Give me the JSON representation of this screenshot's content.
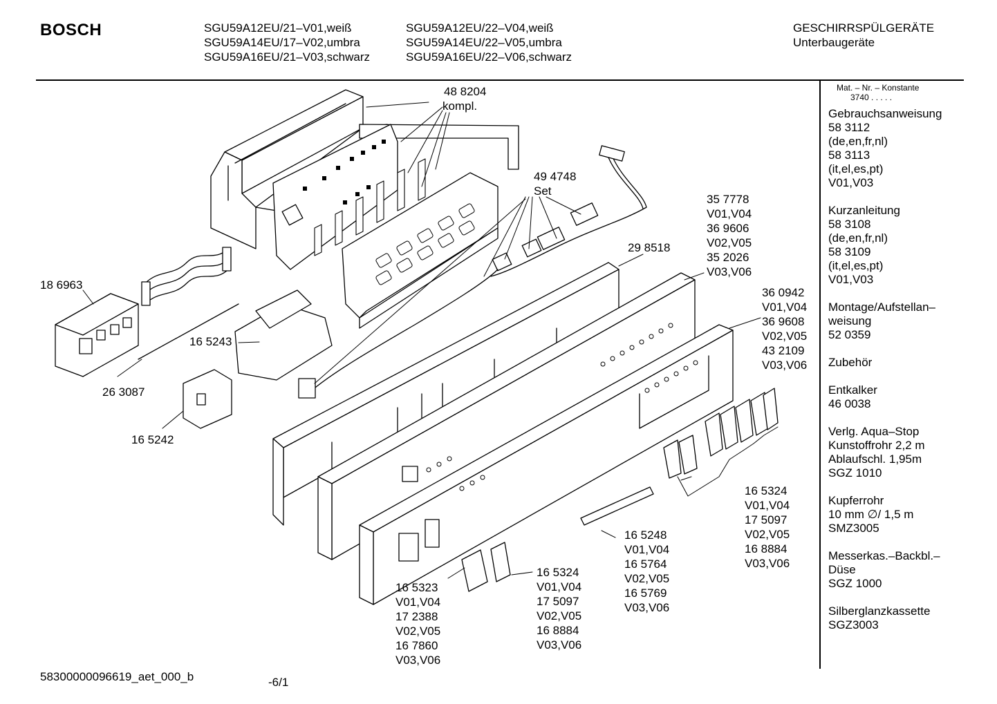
{
  "header": {
    "brand": "BOSCH",
    "models_col1": [
      "SGU59A12EU/21–V01,weiß",
      "SGU59A14EU/17–V02,umbra",
      "SGU59A16EU/21–V03,schwarz"
    ],
    "models_col2": [
      "SGU59A12EU/22–V04,weiß",
      "SGU59A14EU/22–V05,umbra",
      "SGU59A16EU/22–V06,schwarz"
    ],
    "category": "GESCHIRRSPÜLGERÄTE",
    "subcategory": "Unterbaugeräte"
  },
  "sidebar": {
    "matnr_label": "Mat. – Nr. – Konstante",
    "matnr_value": "3740  .  .   .  .  .",
    "blocks": [
      {
        "lines": [
          "Gebrauchsanweisung",
          "58 3112",
          "(de,en,fr,nl)",
          "58 3113",
          "(it,el,es,pt)",
          "V01,V03"
        ]
      },
      {
        "lines": [
          "Kurzanleitung",
          "58 3108",
          "(de,en,fr,nl)",
          "58 3109",
          "(it,el,es,pt)",
          "V01,V03"
        ]
      },
      {
        "lines": [
          "Montage/Aufstellan–",
          "weisung",
          "52 0359"
        ]
      },
      {
        "lines": [
          "Zubehör"
        ]
      },
      {
        "lines": [
          "Entkalker",
          "46 0038"
        ]
      },
      {
        "lines": [
          "Verlg. Aqua–Stop",
          "Kunstoffrohr 2,2 m",
          "Ablaufschl. 1,95m",
          "SGZ 1010"
        ]
      },
      {
        "lines": [
          "Kupferrohr",
          "10 mm ∅/ 1,5 m",
          "SMZ3005"
        ]
      },
      {
        "lines": [
          "Messerkas.–Backbl.–",
          "Düse",
          "SGZ 1000"
        ]
      },
      {
        "lines": [
          "Silberglanzkassette",
          "SGZ3003"
        ]
      }
    ]
  },
  "parts": {
    "p488204": [
      "48 8204",
      "kompl."
    ],
    "p494748": [
      "49 4748",
      "Set"
    ],
    "p357778": [
      "35 7778",
      "V01,V04",
      "36 9606",
      "V02,V05",
      "35 2026",
      "V03,V06"
    ],
    "p298518": [
      "29 8518"
    ],
    "p360942": [
      "36 0942",
      "V01,V04",
      "36 9608",
      "V02,V05",
      "43 2109",
      "V03,V06"
    ],
    "p186963": [
      "18 6963"
    ],
    "p165243": [
      "16 5243"
    ],
    "p263087": [
      "26 3087"
    ],
    "p165242": [
      "16 5242"
    ],
    "p165324r": [
      "16 5324",
      "V01,V04",
      "17 5097",
      "V02,V05",
      "16 8884",
      "V03,V06"
    ],
    "p165248": [
      "16 5248",
      "V01,V04",
      "16 5764",
      "V02,V05",
      "16 5769",
      "V03,V06"
    ],
    "p165323": [
      "16 5323",
      "V01,V04",
      "17 2388",
      "V02,V05",
      "16 7860",
      "V03,V06"
    ],
    "p165324b": [
      "16 5324",
      "V01,V04",
      "17 5097",
      "V02,V05",
      "16 8884",
      "V03,V06"
    ]
  },
  "footer": {
    "doc_id": "58300000096619_aet_000_b",
    "page": "-6/1"
  }
}
